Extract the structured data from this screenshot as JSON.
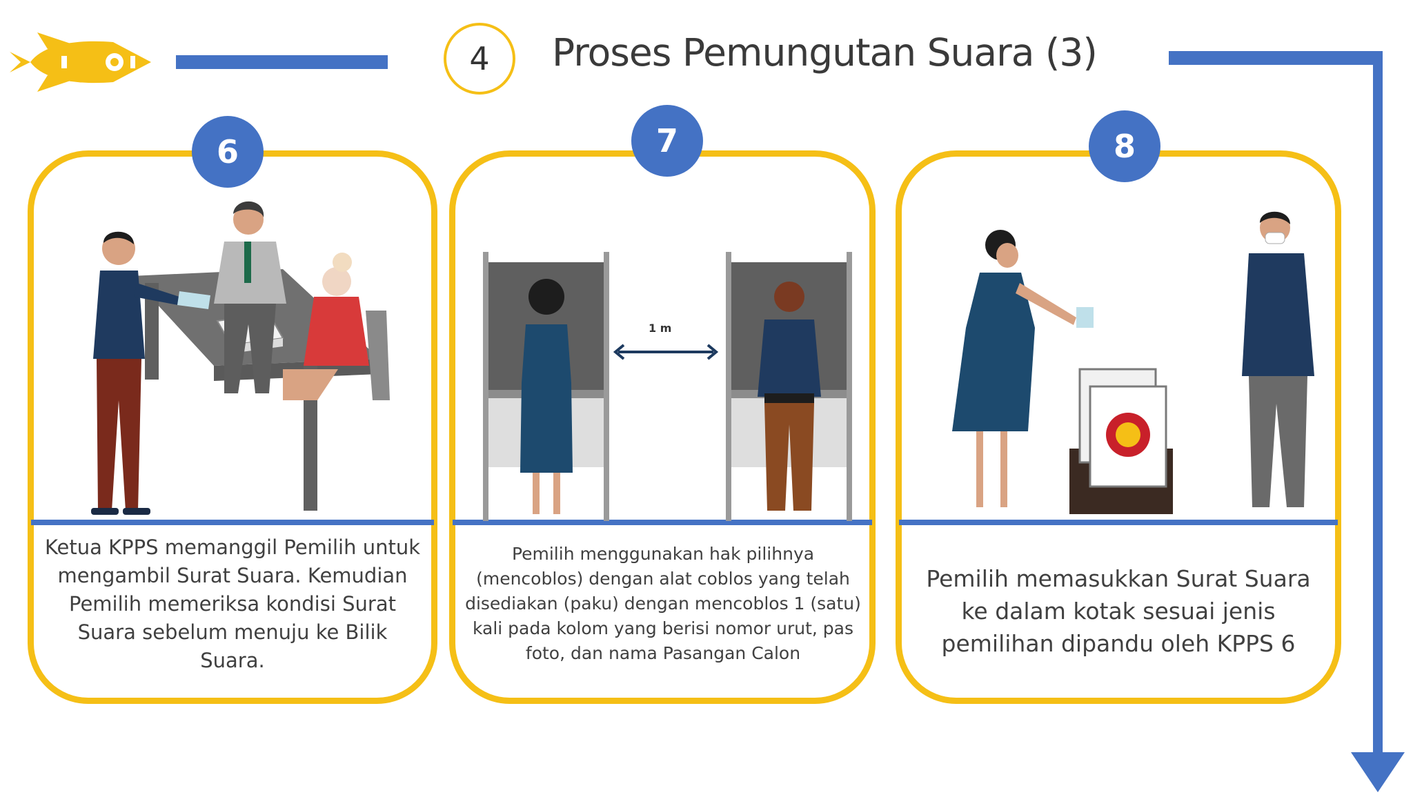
{
  "header": {
    "step_number": "4",
    "title": "Proses Pemungutan Suara (3)"
  },
  "colors": {
    "accent_yellow": "#f5bf16",
    "accent_blue": "#4472c4",
    "text": "#404040"
  },
  "cards": [
    {
      "number": "6",
      "description": "Ketua KPPS memanggil Pemilih untuk mengambil Surat Suara. Kemudian Pemilih memeriksa kondisi Surat Suara sebelum menuju ke Bilik Suara."
    },
    {
      "number": "7",
      "distance_label": "1 m",
      "description": "Pemilih menggunakan hak pilihnya (mencoblos) dengan alat coblos yang telah disediakan (paku) dengan mencoblos 1 (satu) kali pada kolom yang berisi nomor urut, pas foto, dan nama Pasangan Calon"
    },
    {
      "number": "8",
      "description": "Pemilih memasukkan Surat Suara ke dalam kotak sesuai jenis pemilihan dipandu oleh KPPS 6"
    }
  ],
  "icons": [
    "rocket-icon",
    "down-arrow-icon"
  ]
}
